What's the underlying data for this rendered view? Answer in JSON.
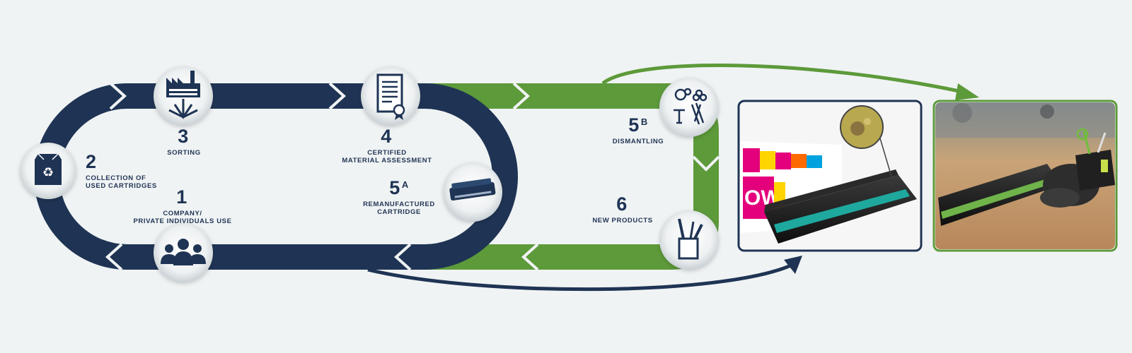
{
  "colors": {
    "navy": "#1f3454",
    "green": "#5d9a3a",
    "bg": "#f0f3f4"
  },
  "steps": [
    {
      "number": "1",
      "sup": "",
      "caption_lines": [
        "COMPANY/",
        "PRIVATE INDIVIDUALS USE"
      ],
      "icon": "people-icon"
    },
    {
      "number": "2",
      "sup": "",
      "caption_lines": [
        "COLLECTION OF",
        "USED CARTRIDGES"
      ],
      "icon": "recycle-box-icon"
    },
    {
      "number": "3",
      "sup": "",
      "caption_lines": [
        "SORTING"
      ],
      "icon": "factory-icon"
    },
    {
      "number": "4",
      "sup": "",
      "caption_lines": [
        "CERTIFIED",
        "MATERIAL ASSESSMENT"
      ],
      "icon": "certificate-icon"
    },
    {
      "number": "5",
      "sup": "A",
      "caption_lines": [
        "REMANUFACTURED",
        "CARTRIDGE"
      ],
      "icon": "cartridge-icon"
    },
    {
      "number": "5",
      "sup": "B",
      "caption_lines": [
        "DISMANTLING"
      ],
      "icon": "parts-icon"
    },
    {
      "number": "6",
      "sup": "",
      "caption_lines": [
        "NEW PRODUCTS"
      ],
      "icon": "pen-holder-icon"
    }
  ],
  "photos": [
    {
      "name": "remanufactured-cartridge-photo",
      "box_brand": "OWO",
      "border_color": "#1f3454"
    },
    {
      "name": "recycled-products-photo",
      "border_color": "#5d9a3a"
    }
  ]
}
